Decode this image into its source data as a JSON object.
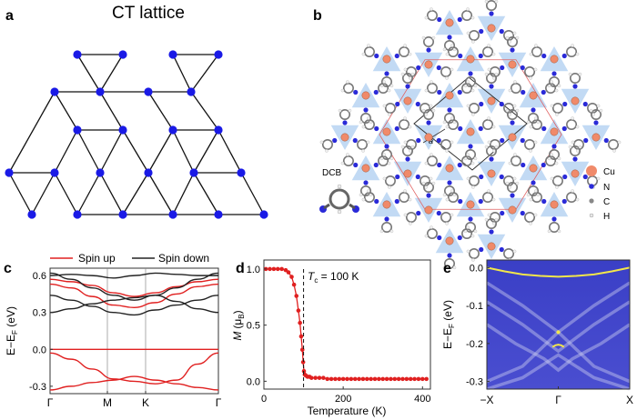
{
  "panels": {
    "a": {
      "label": "a",
      "title": "CT lattice"
    },
    "b": {
      "label": "b",
      "inset_label": "DCB",
      "cell_label": "a",
      "legend": [
        {
          "symbol": "Cu",
          "color": "#f08a6a"
        },
        {
          "symbol": "N",
          "color": "#2a2ad8"
        },
        {
          "symbol": "C",
          "color": "#888888"
        },
        {
          "symbol": "H",
          "color": "#e8e8e8"
        }
      ]
    },
    "c": {
      "label": "c"
    },
    "d": {
      "label": "d",
      "tc_label_T": "T",
      "tc_label_sub": "c",
      "tc_label_rest": " = 100 K"
    },
    "e": {
      "label": "e"
    }
  },
  "chart_data": [
    {
      "panel": "c",
      "type": "line",
      "title": "",
      "xlabel": "",
      "ylabel_main": "E−E",
      "ylabel_sub": "F",
      "ylabel_unit": " (eV)",
      "xticks": [
        "Γ",
        "M",
        "K",
        "Γ"
      ],
      "yticks": [
        "-0.3",
        "0.0",
        "0.3",
        "0.6"
      ],
      "ylim": [
        -0.36,
        0.66
      ],
      "legend": {
        "placement": "top",
        "entries": [
          {
            "name": "Spin up",
            "color": "#e02020"
          },
          {
            "name": "Spin down",
            "color": "#222222"
          }
        ]
      },
      "x": [
        0,
        1,
        2,
        3,
        4,
        5,
        6,
        7,
        8
      ],
      "series": [
        {
          "spin": "up",
          "values": [
            0.0,
            0.0,
            0.0,
            0.0,
            0.0,
            0.0,
            0.0,
            0.0,
            0.0
          ]
        },
        {
          "spin": "up",
          "values": [
            -0.03,
            -0.08,
            -0.16,
            -0.24,
            -0.26,
            -0.28,
            -0.25,
            -0.12,
            -0.03
          ]
        },
        {
          "spin": "up",
          "values": [
            -0.33,
            -0.3,
            -0.27,
            -0.25,
            -0.22,
            -0.25,
            -0.28,
            -0.31,
            -0.33
          ]
        },
        {
          "spin": "up",
          "values": [
            0.53,
            0.5,
            0.43,
            0.36,
            0.34,
            0.38,
            0.45,
            0.51,
            0.53
          ]
        },
        {
          "spin": "up",
          "values": [
            0.57,
            0.55,
            0.52,
            0.46,
            0.43,
            0.46,
            0.51,
            0.55,
            0.57
          ]
        },
        {
          "spin": "down",
          "values": [
            0.62,
            0.57,
            0.5,
            0.44,
            0.4,
            0.44,
            0.5,
            0.57,
            0.62
          ]
        },
        {
          "spin": "down",
          "values": [
            0.6,
            0.61,
            0.6,
            0.58,
            0.6,
            0.62,
            0.61,
            0.6,
            0.6
          ]
        },
        {
          "spin": "down",
          "values": [
            0.44,
            0.4,
            0.35,
            0.3,
            0.28,
            0.32,
            0.36,
            0.4,
            0.44
          ]
        },
        {
          "spin": "down",
          "values": [
            0.3,
            0.33,
            0.37,
            0.4,
            0.42,
            0.44,
            0.39,
            0.33,
            0.3
          ]
        }
      ]
    },
    {
      "panel": "d",
      "type": "scatter",
      "title": "",
      "xlabel": "Temperature (K)",
      "ylabel_main": "M",
      "ylabel_unit": "(μ",
      "ylabel_sub": "B",
      "ylabel_close": ")",
      "xticks": [
        "0",
        "200",
        "400"
      ],
      "yticks": [
        "0.0",
        "0.5",
        "1.0"
      ],
      "xlim": [
        0,
        420
      ],
      "ylim": [
        -0.07,
        1.08
      ],
      "tc": 100,
      "series": [
        {
          "color": "#e02020",
          "x": [
            5,
            15,
            25,
            35,
            45,
            55,
            62,
            70,
            76,
            82,
            87,
            91,
            94,
            97,
            99,
            101,
            103,
            106,
            110,
            115,
            120,
            130,
            140,
            150,
            160,
            170,
            180,
            190,
            200,
            210,
            220,
            230,
            240,
            250,
            260,
            270,
            280,
            290,
            300,
            310,
            320,
            330,
            340,
            350,
            360,
            370,
            380,
            390,
            400,
            410
          ],
          "y": [
            1.0,
            1.0,
            1.0,
            1.0,
            1.0,
            0.99,
            0.97,
            0.93,
            0.86,
            0.76,
            0.63,
            0.52,
            0.4,
            0.28,
            0.17,
            0.09,
            0.06,
            0.05,
            0.04,
            0.04,
            0.03,
            0.03,
            0.03,
            0.03,
            0.02,
            0.02,
            0.02,
            0.02,
            0.02,
            0.02,
            0.02,
            0.02,
            0.02,
            0.02,
            0.02,
            0.02,
            0.02,
            0.02,
            0.02,
            0.02,
            0.02,
            0.02,
            0.02,
            0.02,
            0.02,
            0.02,
            0.02,
            0.02,
            0.02,
            0.02
          ]
        }
      ]
    },
    {
      "panel": "e",
      "type": "heatmap",
      "title": "",
      "xlabel": "",
      "ylabel_main": "E−E",
      "ylabel_sub": "F",
      "ylabel_unit": " (eV)",
      "xticks": [
        "−X",
        "Γ",
        "X"
      ],
      "yticks": [
        "0.0",
        "-0.1",
        "-0.2",
        "-0.3"
      ],
      "ylim": [
        -0.32,
        0.02
      ],
      "background": "#3d42c8",
      "edge_states": [
        {
          "x": [
            -1,
            -0.75,
            -0.5,
            -0.25,
            0,
            0.25,
            0.5,
            0.75,
            1
          ],
          "y": [
            0.0,
            -0.01,
            -0.018,
            -0.022,
            -0.024,
            -0.022,
            -0.018,
            -0.01,
            0.0
          ]
        },
        {
          "x": [
            -0.08,
            -0.04,
            0,
            0.04,
            0.08
          ],
          "y": [
            -0.209,
            -0.2045,
            -0.203,
            -0.2045,
            -0.209
          ]
        }
      ]
    }
  ]
}
